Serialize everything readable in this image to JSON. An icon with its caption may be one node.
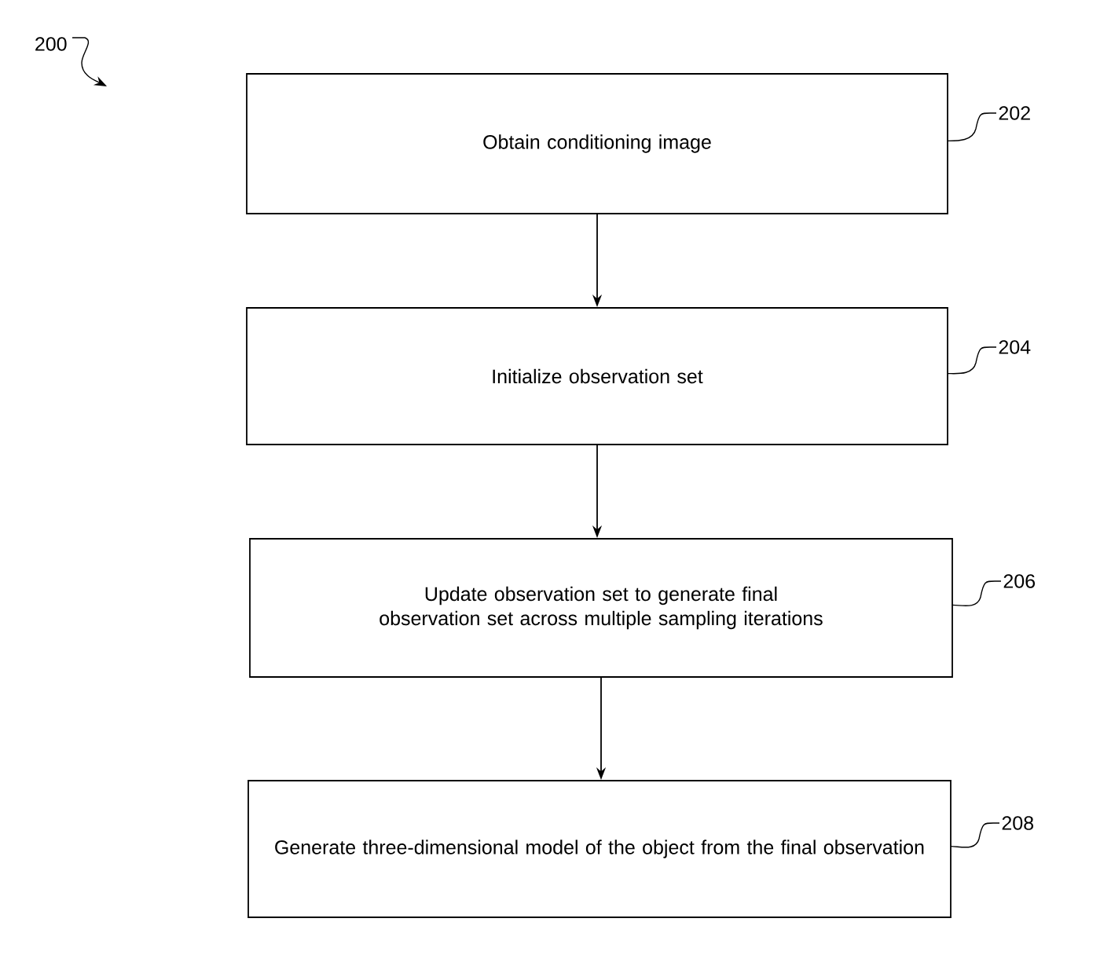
{
  "diagram": {
    "nodes": [
      {
        "text": [
          "Obtain conditioning image"
        ]
      },
      {
        "text": [
          "Initialize observation set"
        ]
      },
      {
        "text": [
          "Update observation set to generate final observation set across multiple sampling iterations"
        ]
      },
      {
        "text": [
          "Generate three-dimensional model of the object from the final observation"
        ]
      },
      {
        "text": [
          "202"
        ]
      },
      {
        "text": [
          "204"
        ]
      },
      {
        "text": [
          "206"
        ]
      },
      {
        "text": [
          "208"
        ]
      }
    ],
    "edges": [
      {
        "from": 0,
        "to": 1,
        "arrow": "to"
      },
      {
        "from": 1,
        "to": 2,
        "arrow": "to"
      },
      {
        "from": 2,
        "to": 3,
        "arrow": "to"
      },
      {
        "from": 4,
        "to": 0,
        "arrow": "none"
      },
      {
        "from": 5,
        "to": 1,
        "arrow": "none"
      },
      {
        "from": 6,
        "to": 2,
        "arrow": "none"
      },
      {
        "from": 7,
        "to": 3,
        "arrow": "none"
      }
    ],
    "labels": [
      "200"
    ]
  }
}
